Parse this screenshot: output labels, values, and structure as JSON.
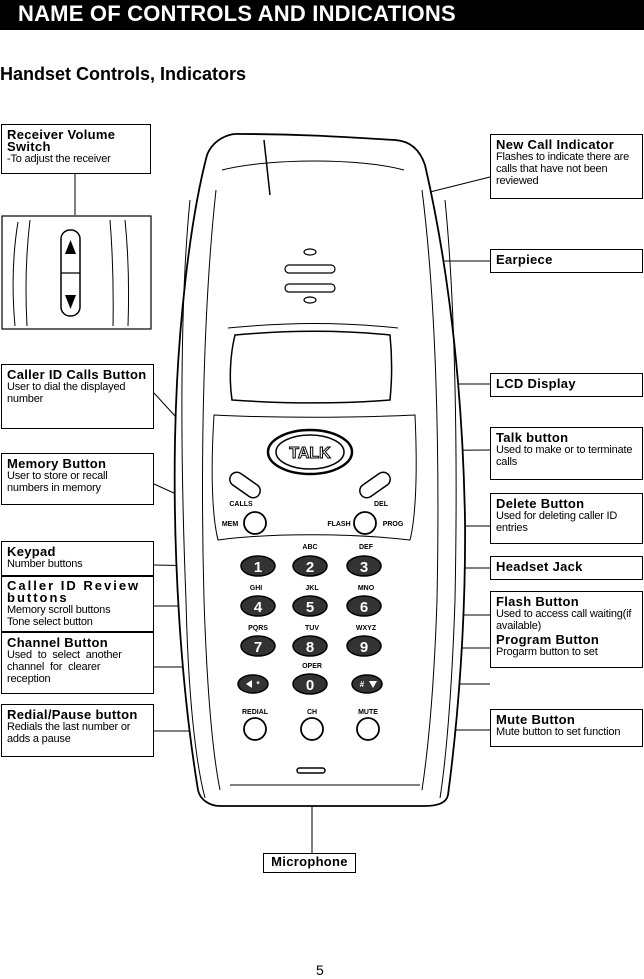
{
  "header": {
    "title": "NAME OF CONTROLS AND INDICATIONS",
    "subtitle": "Handset Controls, Indicators"
  },
  "labels": {
    "receiver_volume": {
      "title": "Receiver Volume Switch",
      "desc": "-To adjust the receiver"
    },
    "new_call": {
      "title": "New Call Indicator",
      "desc": "Flashes to indicate there are calls that have not been reviewed"
    },
    "earpiece": {
      "title": "Earpiece"
    },
    "lcd": {
      "title": "LCD Display"
    },
    "caller_id_calls": {
      "title": "Caller ID Calls Button",
      "desc": "User to dial the displayed number"
    },
    "talk": {
      "title": "Talk button",
      "desc": "Used to make or to terminate calls"
    },
    "memory": {
      "title": "Memory Button",
      "desc": "User to store or recall numbers in memory"
    },
    "delete": {
      "title": "Delete Button",
      "desc": "Used for deleting caller ID entries"
    },
    "keypad": {
      "title": "Keypad",
      "desc": "Number buttons"
    },
    "headset_jack": {
      "title": "Headset Jack"
    },
    "caller_id_review": {
      "title": "Caller ID Review buttons",
      "desc1": "Memory scroll buttons",
      "desc2": "Tone select button"
    },
    "flash": {
      "title": "Flash Button",
      "desc": "Used to access call waiting(if available)"
    },
    "program": {
      "title": "Program Button",
      "desc": "Progarm button to set"
    },
    "channel": {
      "title": "Channel Button",
      "desc": "Used to select another channel for clearer reception"
    },
    "redial": {
      "title": "Redial/Pause button",
      "desc": "Redials the last number or adds a pause"
    },
    "mute": {
      "title": "Mute Button",
      "desc": "Mute button to set function"
    },
    "microphone": {
      "title": "Microphone"
    }
  },
  "phone": {
    "talk_label": "TALK",
    "buttons": {
      "calls": "CALLS",
      "del": "DEL",
      "mem": "MEM",
      "flash": "FLASH",
      "prog": "PROG",
      "redial": "REDIAL",
      "ch": "CH",
      "mute": "MUTE",
      "oper": "OPER"
    },
    "keys": [
      {
        "digit": "1",
        "letters": ""
      },
      {
        "digit": "2",
        "letters": "ABC"
      },
      {
        "digit": "3",
        "letters": "DEF"
      },
      {
        "digit": "4",
        "letters": "GHI"
      },
      {
        "digit": "5",
        "letters": "JKL"
      },
      {
        "digit": "6",
        "letters": "MNO"
      },
      {
        "digit": "7",
        "letters": "PQRS"
      },
      {
        "digit": "8",
        "letters": "TUV"
      },
      {
        "digit": "9",
        "letters": "WXYZ"
      },
      {
        "digit": "0",
        "letters": ""
      }
    ]
  },
  "page": {
    "number": "5"
  }
}
